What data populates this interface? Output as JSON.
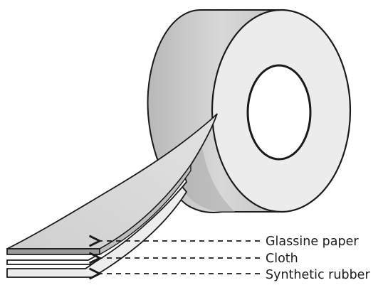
{
  "diagram": {
    "labels": [
      {
        "key": "glassine",
        "text": "Glassine paper"
      },
      {
        "key": "cloth",
        "text": "Cloth"
      },
      {
        "key": "rubber",
        "text": "Synthetic rubber"
      }
    ]
  },
  "colors": {
    "outline": "#1a1a1a",
    "roll_face": "#e8e8e8",
    "roll_side": "#cfcfcf",
    "roll_shadow": "#a9a9a9",
    "core_hole": "#ffffff",
    "strip_top": "#d9d9d9",
    "strip_middle": "#ffffff",
    "strip_bottom": "#ececec",
    "leader_line": "#1a1a1a"
  }
}
